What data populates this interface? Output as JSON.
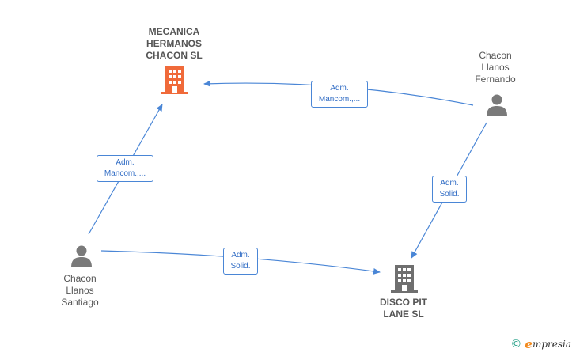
{
  "nodes": {
    "mecanica": {
      "label": "MECANICA\nHERMANOS\nCHACON  SL",
      "type": "company",
      "color": "#f06a3a"
    },
    "disco": {
      "label": "DISCO PIT\nLANE SL",
      "type": "company",
      "color": "#6f6f6f"
    },
    "fernando": {
      "label": "Chacon\nLlanos\nFernando",
      "type": "person"
    },
    "santiago": {
      "label": "Chacon\nLlanos\nSantiago",
      "type": "person"
    }
  },
  "edges": {
    "fernando_mecanica": {
      "label": "Adm.\nMancom.,..."
    },
    "santiago_mecanica": {
      "label": "Adm.\nMancom.,..."
    },
    "fernando_disco": {
      "label": "Adm.\nSolid."
    },
    "santiago_disco": {
      "label": "Adm.\nSolid."
    }
  },
  "colors": {
    "edge": "#4a86d6",
    "person_icon": "#7a7a7a",
    "text": "#555555"
  },
  "brand": {
    "copyright": "©",
    "e": "e",
    "rest": "mpresia"
  }
}
